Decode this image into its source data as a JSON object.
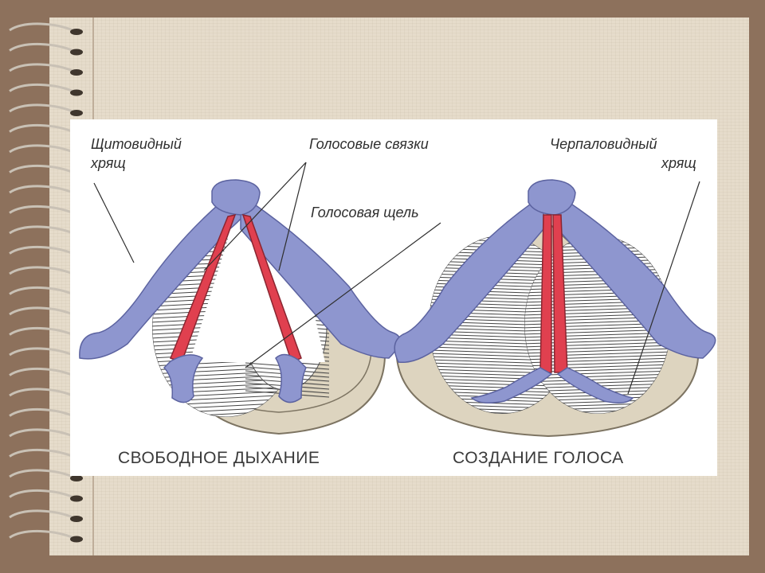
{
  "labels": {
    "thyroid_line1": "Щитовидный",
    "thyroid_line2": "хрящ",
    "vocal_cords": "Голосовые связки",
    "glottis": "Голосовая щель",
    "arytenoid_line1": "Черпаловидный",
    "arytenoid_line2": "хрящ"
  },
  "captions": {
    "left": "СВОБОДНОЕ ДЫХАНИЕ",
    "right": "СОЗДАНИЕ ГОЛОСА"
  },
  "colors": {
    "cartilage": "#8e96cf",
    "cord": "#e0404f",
    "tissue": "#ddd4bf",
    "paper": "#e6dccb",
    "frame": "#8d715c"
  }
}
